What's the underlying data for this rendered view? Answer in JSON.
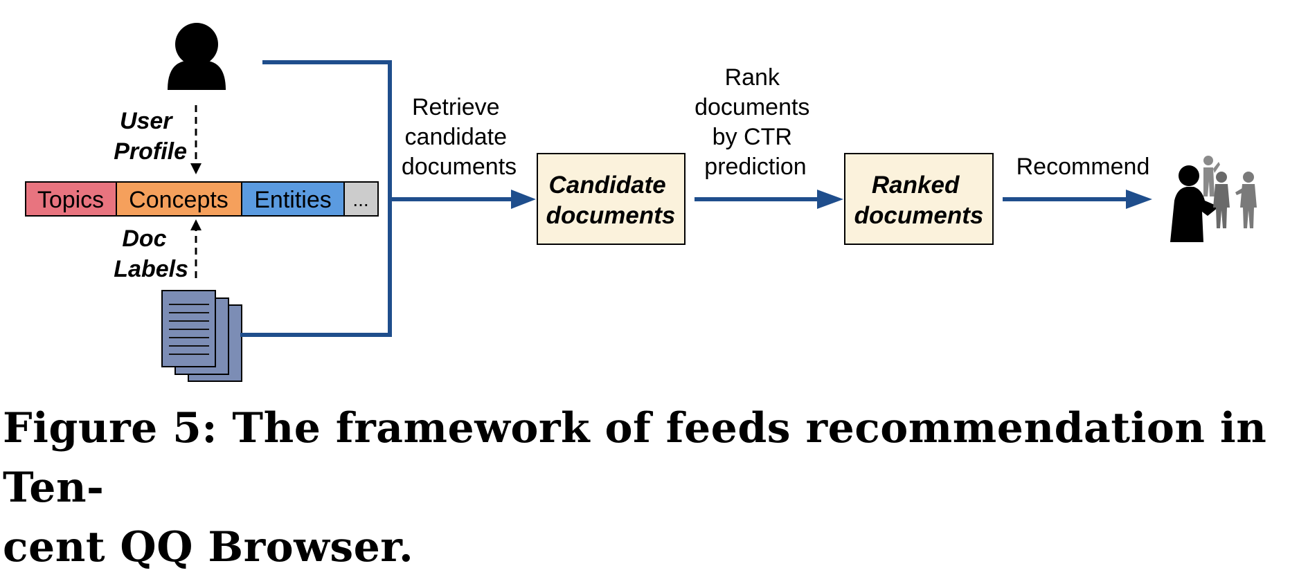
{
  "diagram": {
    "user_profile_label": [
      "User",
      "Profile"
    ],
    "doc_labels_label": [
      "Doc",
      "Labels"
    ],
    "label_cells": [
      {
        "text": "Topics",
        "color": "#e8747f"
      },
      {
        "text": "Concepts",
        "color": "#f5a05c"
      },
      {
        "text": "Entities",
        "color": "#5b9be0"
      },
      {
        "text": "...",
        "color": "#cccccc"
      }
    ],
    "retrieve_label": [
      "Retrieve",
      "candidate",
      "documents"
    ],
    "rank_label": [
      "Rank",
      "documents",
      "by CTR",
      "prediction"
    ],
    "recommend_label": "Recommend",
    "candidate_box": [
      "Candidate",
      "documents"
    ],
    "ranked_box": [
      "Ranked",
      "documents"
    ],
    "colors": {
      "flow_line": "#1f4e8c",
      "box_fill": "#fbf2dc",
      "doc_fill": "#7c8db5"
    }
  },
  "caption": {
    "line1": "Figure 5: The framework of feeds recommendation in Ten-",
    "line2": "cent QQ Browser."
  }
}
